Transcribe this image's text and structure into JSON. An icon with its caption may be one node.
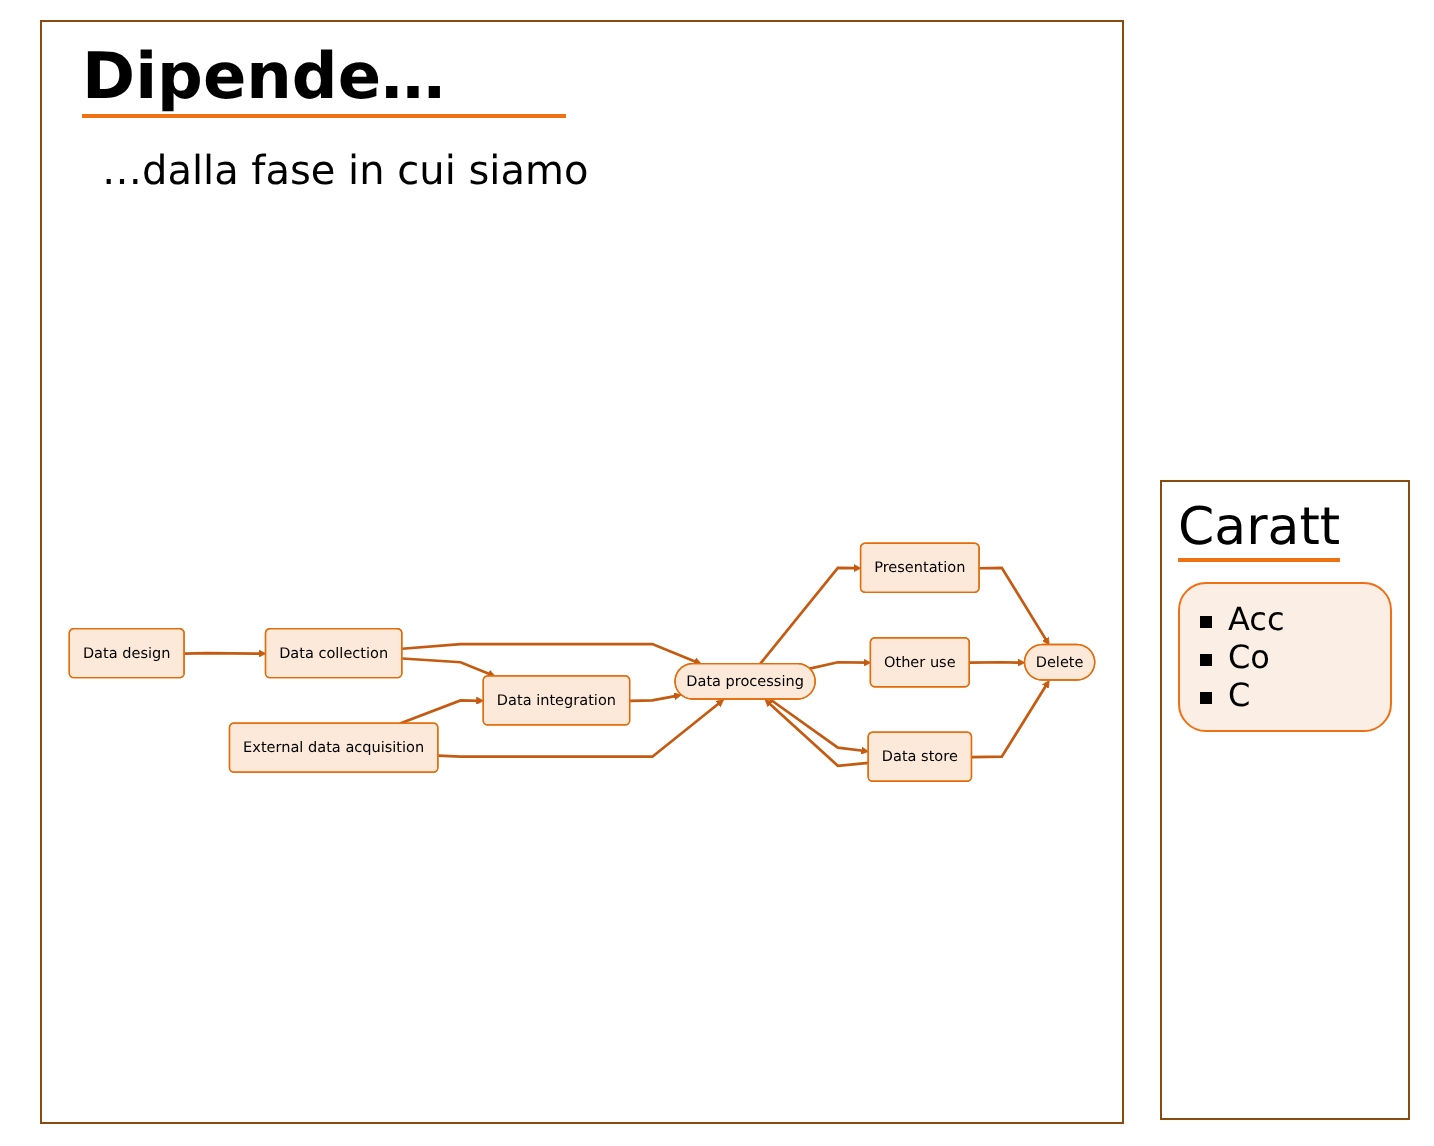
{
  "diagram": {
    "title": "Dipende…",
    "nodes": [
      {
        "text": [
          "Data design"
        ]
      },
      {
        "text": [
          "Data collection"
        ]
      },
      {
        "text": [
          "Data integration"
        ]
      },
      {
        "text": [
          "External data acquisition"
        ]
      },
      {
        "text": [
          "Data processing"
        ]
      },
      {
        "text": [
          "Presentation"
        ]
      },
      {
        "text": [
          "Other use"
        ]
      },
      {
        "text": [
          "Data store"
        ]
      },
      {
        "text": [
          "Delete"
        ]
      }
    ],
    "edges": [
      {
        "from": 0,
        "to": 1,
        "arrow": "to"
      },
      {
        "from": 1,
        "to": 4,
        "arrow": "to"
      },
      {
        "from": 1,
        "to": 2,
        "arrow": "to"
      },
      {
        "from": 3,
        "to": 2,
        "arrow": "to"
      },
      {
        "from": 2,
        "to": 4,
        "arrow": "to"
      },
      {
        "from": 3,
        "to": 4,
        "arrow": "to"
      },
      {
        "from": 4,
        "to": 5,
        "arrow": "to"
      },
      {
        "from": 4,
        "to": 6,
        "arrow": "to"
      },
      {
        "from": 4,
        "to": 7,
        "arrow": "to"
      },
      {
        "from": 7,
        "to": 4,
        "arrow": "to"
      },
      {
        "from": 5,
        "to": 8,
        "arrow": "to"
      },
      {
        "from": 6,
        "to": 8,
        "arrow": "to"
      },
      {
        "from": 7,
        "to": 8,
        "arrow": "to"
      }
    ],
    "labels": [
      "…dalla fase in cui siamo",
      "Caratt",
      "Acc",
      "Co",
      "C"
    ]
  }
}
